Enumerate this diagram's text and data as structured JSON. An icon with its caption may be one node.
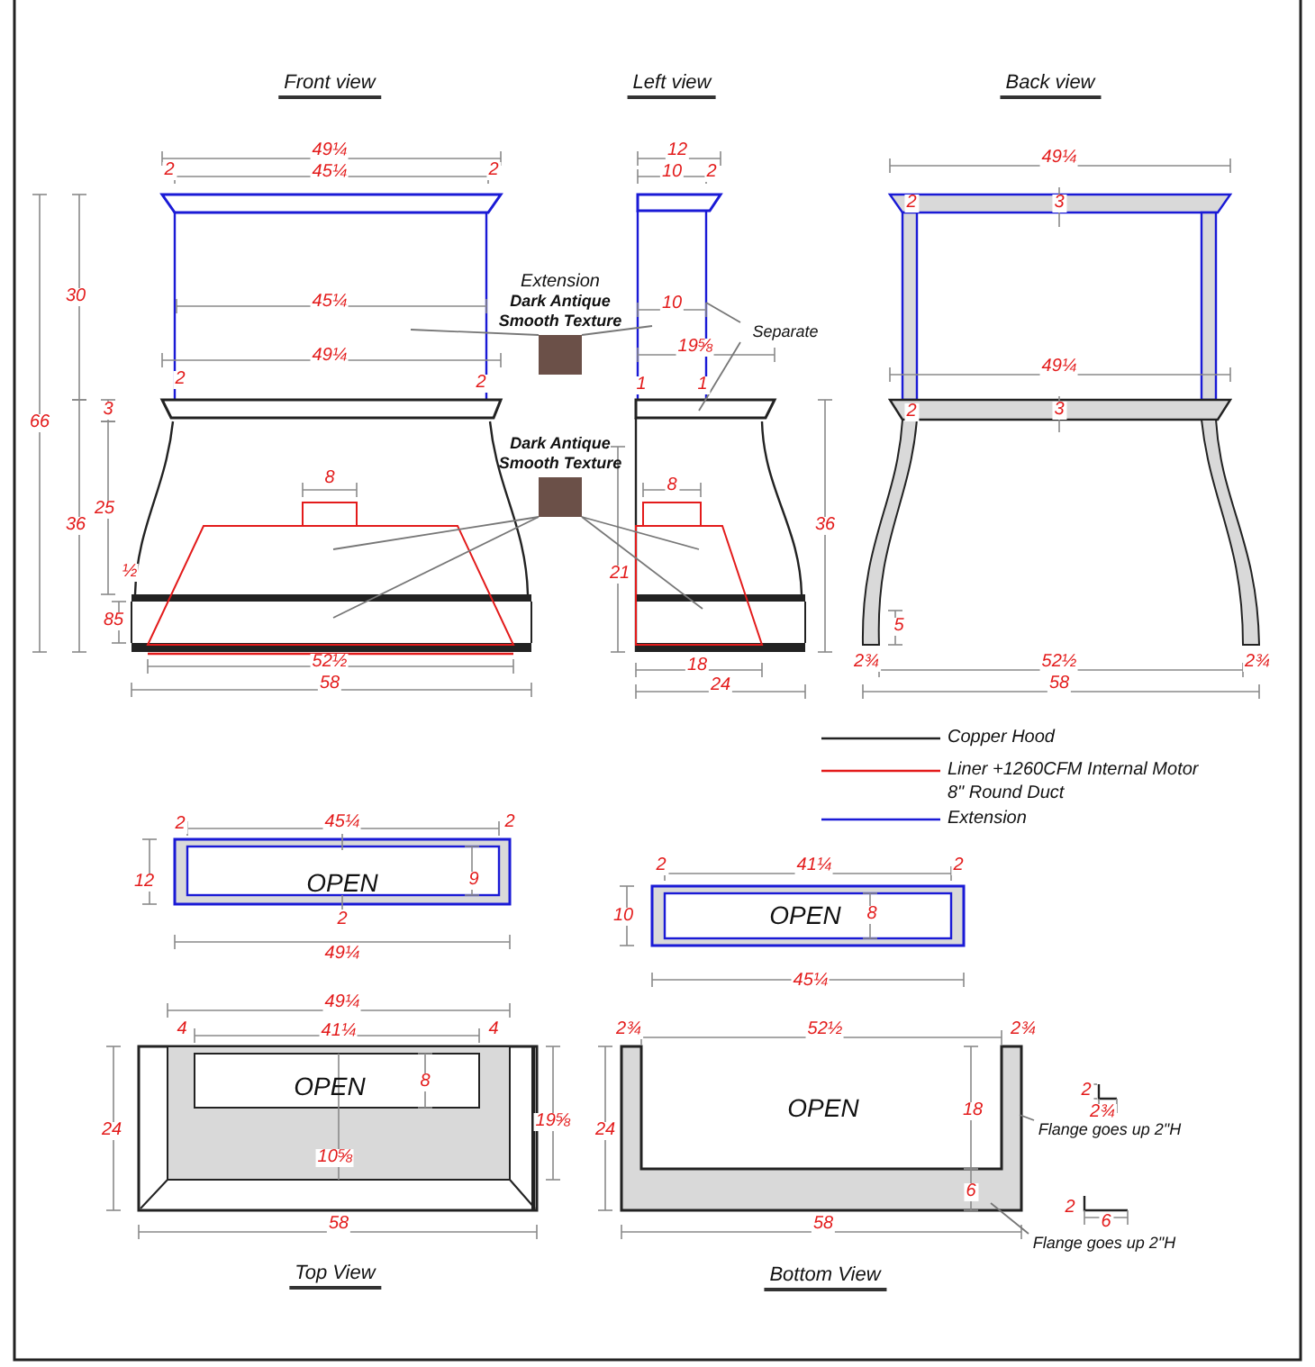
{
  "diagram": {
    "nodes": [
      {
        "text": [
          "Extension",
          "Dark Antique Smooth Texture"
        ]
      },
      {
        "text": [
          "Dark Antique Smooth Texture"
        ]
      },
      {
        "text": [
          "Separate"
        ]
      },
      {
        "text": [
          "Flange goes up 2\"H"
        ]
      },
      {
        "text": [
          "Flange goes up 2\"H"
        ]
      }
    ],
    "edges": [
      {
        "from": 0,
        "to": null,
        "arrow": "none"
      },
      {
        "from": 0,
        "to": null,
        "arrow": "none"
      },
      {
        "from": 1,
        "to": null,
        "arrow": "none"
      },
      {
        "from": 1,
        "to": null,
        "arrow": "none"
      },
      {
        "from": 1,
        "to": null,
        "arrow": "none"
      },
      {
        "from": 1,
        "to": null,
        "arrow": "none"
      },
      {
        "from": 2,
        "to": null,
        "arrow": "none"
      },
      {
        "from": 2,
        "to": null,
        "arrow": "none"
      },
      {
        "from": 3,
        "to": null,
        "arrow": "none"
      },
      {
        "from": 4,
        "to": null,
        "arrow": "none"
      }
    ],
    "labels": [
      "Front view",
      "49¼",
      "2",
      "45¼",
      "2",
      "30",
      "45¼",
      "66",
      "49¼",
      "2",
      "2",
      "3",
      "8",
      "25",
      "36",
      "½",
      "85",
      "52½",
      "58",
      "Left view",
      "12",
      "10",
      "2",
      "10",
      "19⅝",
      "1",
      "1",
      "8",
      "36",
      "21",
      "18",
      "24",
      "Back view",
      "49¼",
      "2",
      "3",
      "49¼",
      "2",
      "3",
      "5",
      "2¾",
      "52½",
      "2¾",
      "58",
      "2",
      "45¼",
      "2",
      "12",
      "OPEN",
      "9",
      "2",
      "49¼",
      "2",
      "41¼",
      "2",
      "10",
      "OPEN",
      "8",
      "45¼",
      "49¼",
      "4",
      "41¼",
      "4",
      "OPEN",
      "8",
      "24",
      "19⅝",
      "10⅝",
      "58",
      "Top View",
      "2¾",
      "52½",
      "2¾",
      "OPEN",
      "18",
      "24",
      "2",
      "2¾",
      "6",
      "58",
      "2",
      "6",
      "Bottom View"
    ],
    "legend": [
      {
        "text": "Copper Hood"
      },
      {
        "text": "Liner +1260CFM Internal Motor 8\" Round Duct"
      },
      {
        "text": "Extension"
      }
    ]
  }
}
